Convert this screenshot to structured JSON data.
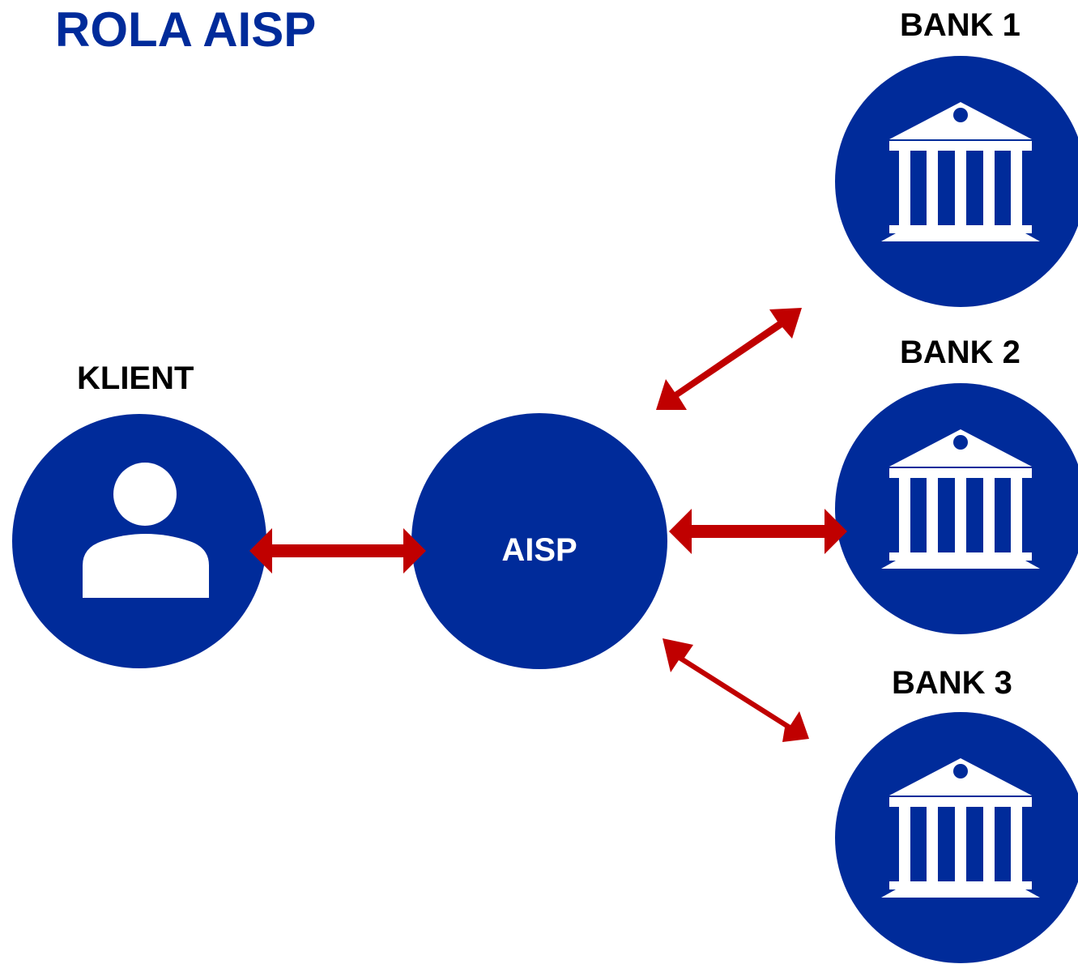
{
  "title": "ROLA AISP",
  "nodes": {
    "klient": {
      "label": "KLIENT",
      "icon": "user-icon"
    },
    "aisp": {
      "label": "AISP"
    },
    "bank1": {
      "label": "BANK 1",
      "icon": "bank-icon"
    },
    "bank2": {
      "label": "BANK 2",
      "icon": "bank-icon"
    },
    "bank3": {
      "label": "BANK 3",
      "icon": "bank-icon"
    }
  },
  "connections": [
    {
      "from": "klient",
      "to": "aisp",
      "direction": "bidirectional"
    },
    {
      "from": "aisp",
      "to": "bank1",
      "direction": "bidirectional"
    },
    {
      "from": "aisp",
      "to": "bank2",
      "direction": "bidirectional"
    },
    {
      "from": "aisp",
      "to": "bank3",
      "direction": "bidirectional"
    }
  ],
  "colors": {
    "node": "#002b9a",
    "arrow": "#c00000",
    "title": "#002b9a",
    "icon": "#ffffff",
    "label": "#000000"
  }
}
